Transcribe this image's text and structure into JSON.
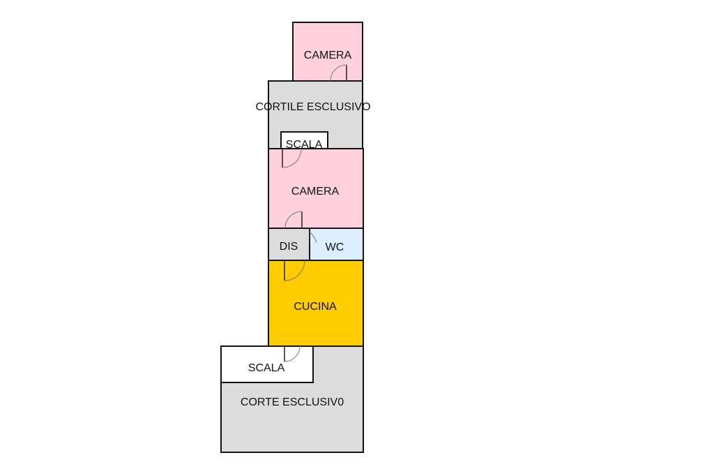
{
  "plan": {
    "rooms": {
      "camera_top": {
        "label": "CAMERA",
        "color": "#ffd1dc"
      },
      "cortile": {
        "label": "CORTILE ESCLUSIVO",
        "color": "#dcdcdc"
      },
      "scala_upper": {
        "label": "SCALA",
        "color": "#ffffff"
      },
      "camera_mid": {
        "label": "CAMERA",
        "color": "#ffd1dc"
      },
      "dis": {
        "label": "DIS",
        "color": "#dcdcdc"
      },
      "wc": {
        "label": "WC",
        "color": "#dceeff"
      },
      "cucina": {
        "label": "CUCINA",
        "color": "#ffcc00"
      },
      "scala_lower": {
        "label": "SCALA",
        "color": "#ffffff"
      },
      "corte": {
        "label": "CORTE ESCLUSIV0",
        "color": "#dcdcdc"
      }
    },
    "wall_color": "#111111"
  }
}
